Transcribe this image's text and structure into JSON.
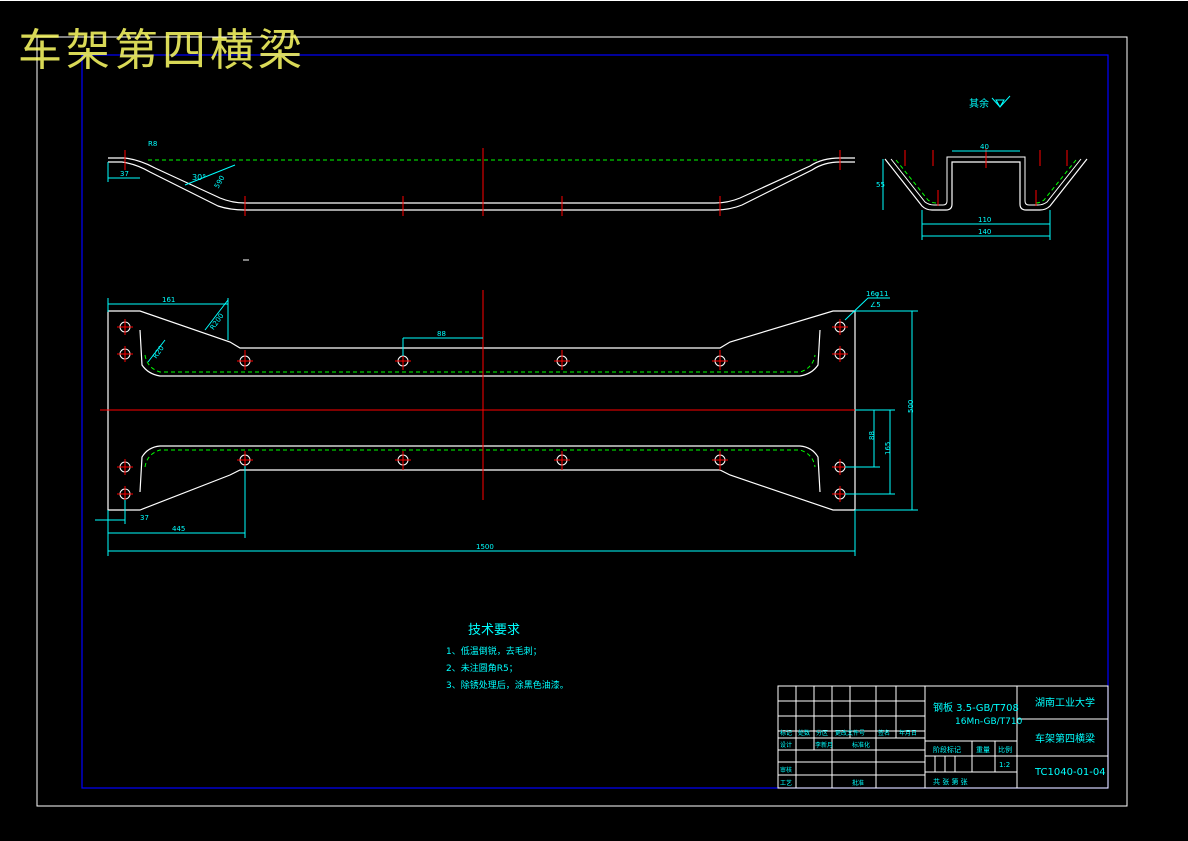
{
  "window_title": "车架第四横梁",
  "colors": {
    "background": "#000000",
    "outer_frame": "#ffffff",
    "inner_frame": "#0000ff",
    "outline": "#ffffff",
    "center_line": "#ff0000",
    "dimension": "#00ffff",
    "weld": "#00ff00",
    "title_overlay": "#ffff66"
  },
  "drawing": {
    "weld_note": "其余",
    "side_view_dims": {
      "left_end": "37",
      "bend_radius": "R8",
      "angle": "30°",
      "length": "590"
    },
    "section_dims": {
      "top_width": "40",
      "inner_width": "110",
      "bottom_width": "140",
      "depth": "55"
    },
    "plan_view_dims": {
      "end_offset": "161",
      "radius_top": "R200",
      "radius_small": "R20",
      "hole_pitch": "88",
      "hole_spec": "16φ11",
      "hole_depth": "∠5",
      "left_margin": "37",
      "first_hole": "445",
      "overall_length": "1500",
      "half_width_a": "88",
      "half_width_b": "165",
      "total_width": "500"
    },
    "tech_req": {
      "title": "技术要求",
      "items": [
        "1、低温倒锐，去毛刺；",
        "2、未注圆角R5；",
        "3、除锈处理后，涂黑色油漆。"
      ]
    }
  },
  "title_block": {
    "material_line1": "钢板 3.5-GB/T708",
    "material_line2": "16Mn-GB/T710",
    "school": "湖南工业大学",
    "part_name": "车架第四横梁",
    "drawing_no": "TC1040-01-04",
    "scale_label": "比例",
    "scale": "1:2",
    "weight_label": "重量",
    "stage_label": "阶段标记",
    "sheets": "共  张 第  张",
    "rev_cols": [
      "标记",
      "处数",
      "分区",
      "更改文件号",
      "签名",
      "年月日"
    ],
    "rows": [
      "设计",
      "审核",
      "工艺"
    ],
    "designer": "李新月",
    "std_label": "标准化",
    "approve_label": "批准"
  }
}
